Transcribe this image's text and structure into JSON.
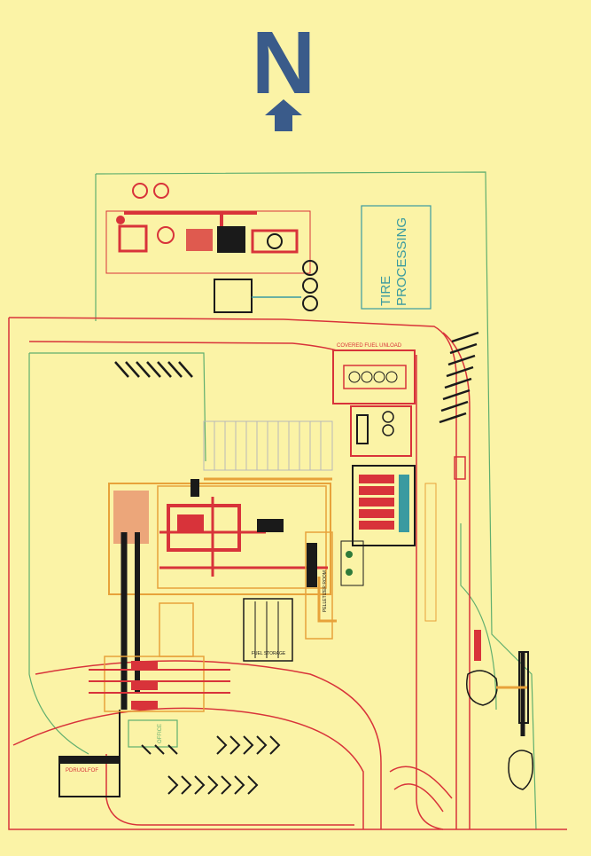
{
  "north": {
    "letter": "N"
  },
  "labels": {
    "tire_processing_1": "TIRE",
    "tire_processing_2": "PROCESSING",
    "covered_fuel_unload": "COVERED FUEL UNLOAD",
    "fuel_storage": "FUEL STORAGE",
    "pelletizer_room": "PELLETIZER ROOM",
    "office": "OFFICE",
    "parking_vertical": "PDRUOLFOF"
  },
  "colors": {
    "background": "#fbf3a6",
    "north": "#3a5b8a",
    "red_equipment": "#d8333a",
    "green_boundary": "#5fae6e",
    "orange_building": "#e7a23a",
    "black": "#1a1a1a",
    "teal": "#3a9aa0"
  }
}
